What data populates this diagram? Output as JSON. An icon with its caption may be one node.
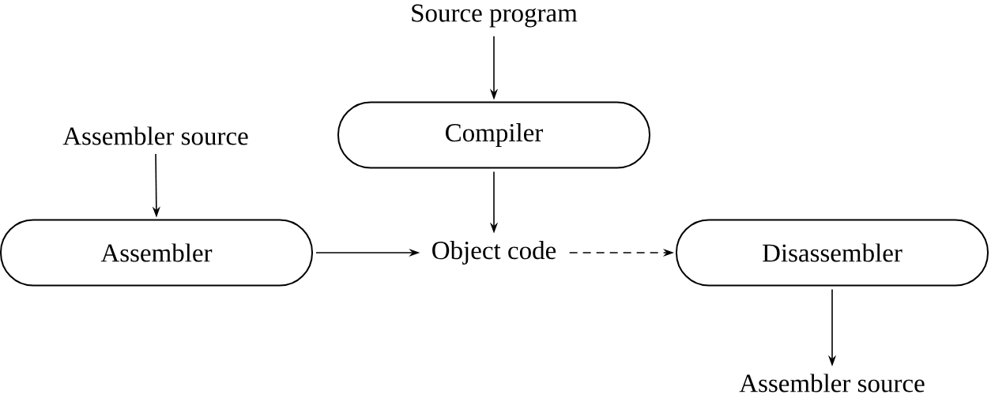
{
  "diagram": {
    "nodes": [
      {
        "text": [
          "Source program"
        ]
      },
      {
        "text": [
          "Compiler"
        ]
      },
      {
        "text": [
          "Assembler source"
        ]
      },
      {
        "text": [
          "Assembler"
        ]
      },
      {
        "text": [
          "Object code"
        ]
      },
      {
        "text": [
          "Disassembler"
        ]
      },
      {
        "text": [
          "Assembler source"
        ]
      }
    ],
    "edges": [
      {
        "from": 0,
        "to": 1,
        "arrow": "to"
      },
      {
        "from": 1,
        "to": 4,
        "arrow": "to"
      },
      {
        "from": 2,
        "to": 3,
        "arrow": "to"
      },
      {
        "from": 3,
        "to": 4,
        "arrow": "to"
      },
      {
        "from": 4,
        "to": 5,
        "arrow": "to",
        "style": "dashed"
      },
      {
        "from": 5,
        "to": 6,
        "arrow": "to"
      }
    ]
  }
}
